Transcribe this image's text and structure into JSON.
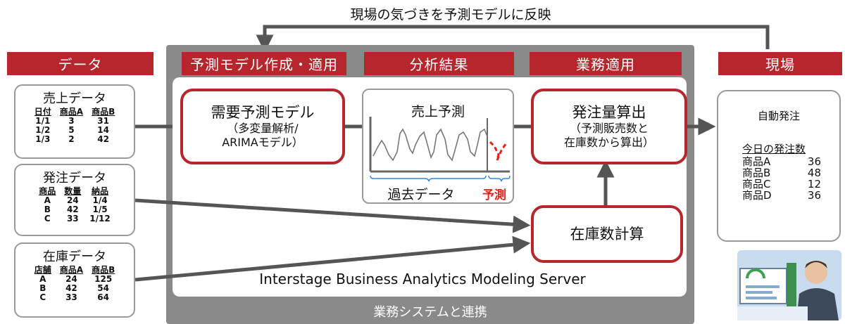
{
  "feedback_label": "現場の気づきを予測モデルに反映",
  "headers": {
    "data": "データ",
    "model": "予測モデル作成・適用",
    "analysis": "分析結果",
    "business": "業務適用",
    "field": "現場"
  },
  "datasets": [
    {
      "title": "売上データ",
      "columns": [
        "日付",
        "商品A",
        "商品B"
      ],
      "rows": [
        [
          "1/1",
          "3",
          "31"
        ],
        [
          "1/2",
          "5",
          "14"
        ],
        [
          "1/3",
          "2",
          "42"
        ]
      ]
    },
    {
      "title": "発注データ",
      "columns": [
        "商品",
        "数量",
        "納品"
      ],
      "rows": [
        [
          "A",
          "24",
          "1/4"
        ],
        [
          "B",
          "42",
          "1/5"
        ],
        [
          "C",
          "33",
          "1/12"
        ]
      ]
    },
    {
      "title": "在庫データ",
      "columns": [
        "店舗",
        "商品A",
        "商品B"
      ],
      "rows": [
        [
          "A",
          "24",
          "125"
        ],
        [
          "B",
          "42",
          "54"
        ],
        [
          "C",
          "33",
          "64"
        ]
      ]
    }
  ],
  "model_box": {
    "title": "需要予測モデル",
    "line1": "（多変量解析/",
    "line2": "ARIMAモデル）"
  },
  "forecast_box": {
    "title": "売上予測",
    "past_label": "過去データ",
    "forecast_label": "予測"
  },
  "order_box": {
    "title": "発注量算出",
    "line1": "（予測販売数と",
    "line2": "在庫数から算出）"
  },
  "inventory_box": {
    "title": "在庫数計算"
  },
  "server_label": "Interstage Business Analytics Modeling Server",
  "system_label": "業務システムと連携",
  "auto_order": {
    "title": "自動発注",
    "subtitle": "今日の発注数",
    "items": [
      {
        "name": "商品A",
        "qty": "36"
      },
      {
        "name": "商品B",
        "qty": "48"
      },
      {
        "name": "商品C",
        "qty": "12"
      },
      {
        "name": "商品D",
        "qty": "36"
      }
    ]
  },
  "colors": {
    "accent_red": "#b5272d",
    "dark_gray": "#8a8a8a",
    "arrow": "#555555",
    "forecast_red": "#e0241b"
  }
}
